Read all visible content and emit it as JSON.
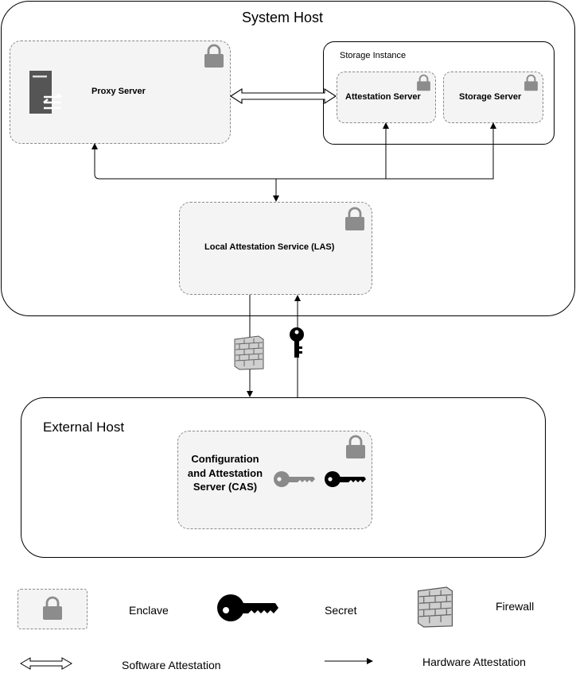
{
  "system_host": {
    "title": "System Host"
  },
  "proxy_server": {
    "label": "Proxy Server",
    "icon": "server-icon"
  },
  "storage_instance": {
    "title": "Storage Instance",
    "attestation_server": "Attestation Server",
    "storage_server": "Storage Server"
  },
  "las": {
    "label": "Local Attestation Service (LAS)"
  },
  "external_host": {
    "title": "External Host"
  },
  "cas": {
    "label": "Configuration and Attestation Server (CAS)"
  },
  "legend": {
    "enclave": "Enclave",
    "secret": "Secret",
    "firewall": "Firewall",
    "software_attestation": "Software Attestation",
    "hardware_attestation": "Hardware Attestation"
  },
  "colors": {
    "enclave_fill": "#f4f4f4",
    "enclave_border": "#8a8a8a",
    "lock_gray": "#8c8c8c",
    "key_gray": "#8a8a8a",
    "key_black": "#000000"
  }
}
